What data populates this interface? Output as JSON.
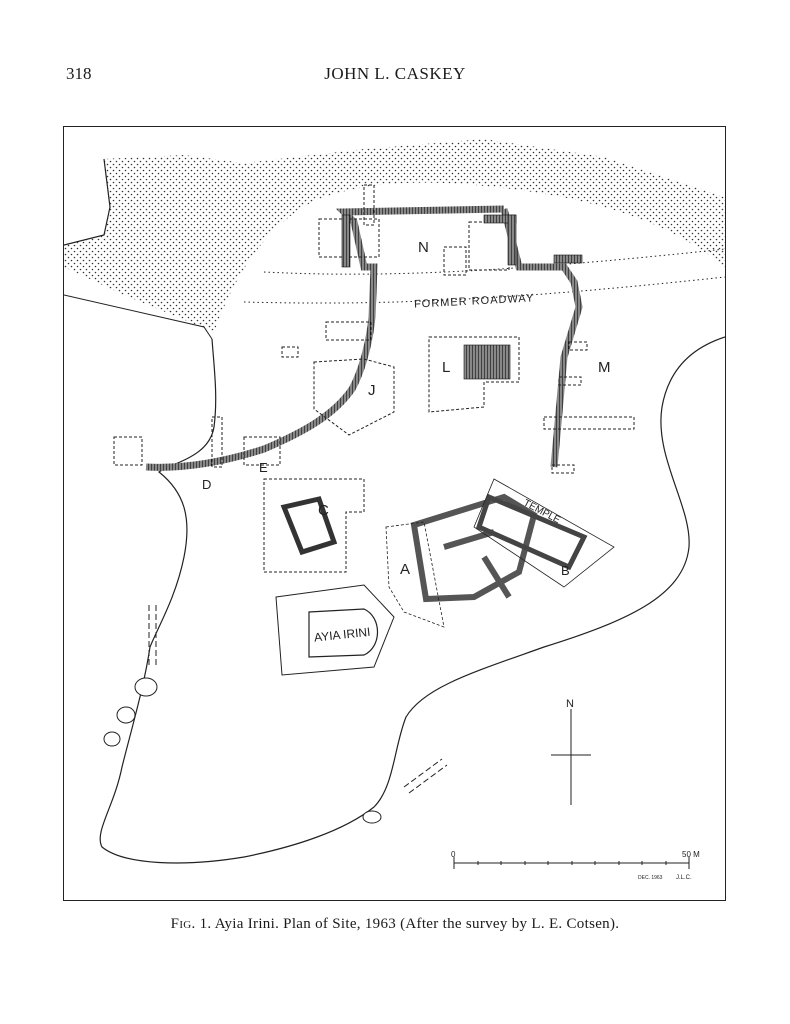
{
  "header": {
    "page_number": "318",
    "running_head": "JOHN L. CASKEY"
  },
  "figure": {
    "labels": {
      "N": "N",
      "J": "J",
      "L": "L",
      "M": "M",
      "D": "D",
      "E": "E",
      "C": "C",
      "A": "A",
      "B": "B",
      "road": "FORMER ROADWAY",
      "temple": "TEMPLE",
      "chapel": "AYIA IRINI"
    },
    "north_arrow": "N",
    "scale_bar": {
      "start": "0",
      "end": "50 M"
    },
    "credit": {
      "date": "DEC. 1963",
      "initials": "J.L.C."
    }
  },
  "caption": {
    "fig": "Fig. 1.",
    "text": "Ayia Irini. Plan of Site, 1963 (After the survey by L. E. Cotsen)."
  }
}
